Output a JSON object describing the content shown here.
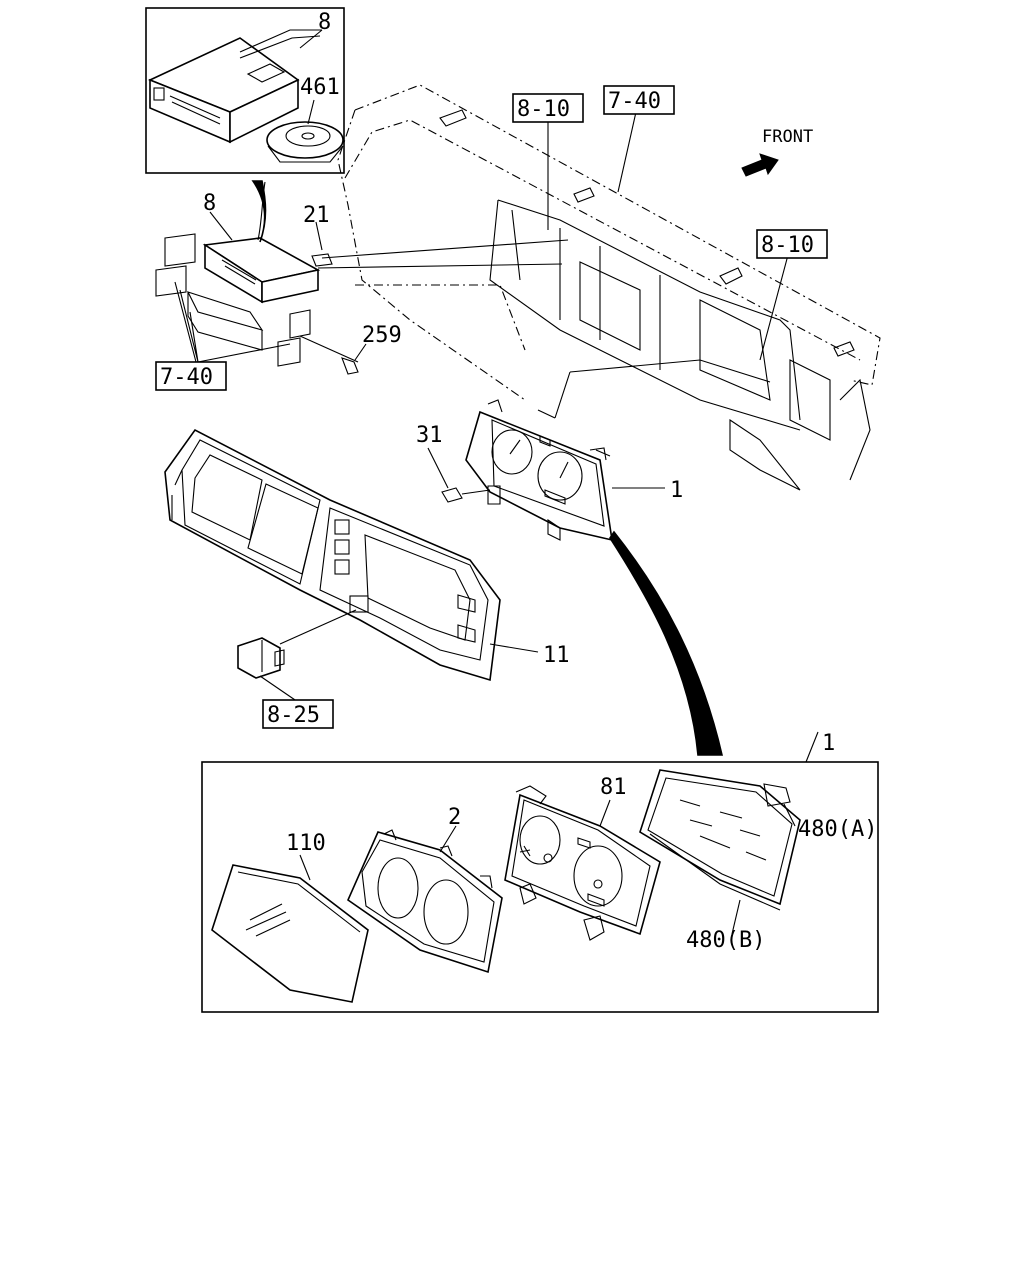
{
  "callouts": {
    "c8_top": "8",
    "c461": "461",
    "c8_10_top": "8-10",
    "c7_40_top": "7-40",
    "front": "FRONT",
    "c8": "8",
    "c21": "21",
    "c8_10_right": "8-10",
    "c259": "259",
    "c7_40_left": "7-40",
    "c31": "31",
    "c1_cluster": "1",
    "c11": "11",
    "c8_25": "8-25",
    "c1_detail": "1",
    "c110": "110",
    "c2": "2",
    "c81": "81",
    "c480a": "480(A)",
    "c480b": "480(B)"
  }
}
